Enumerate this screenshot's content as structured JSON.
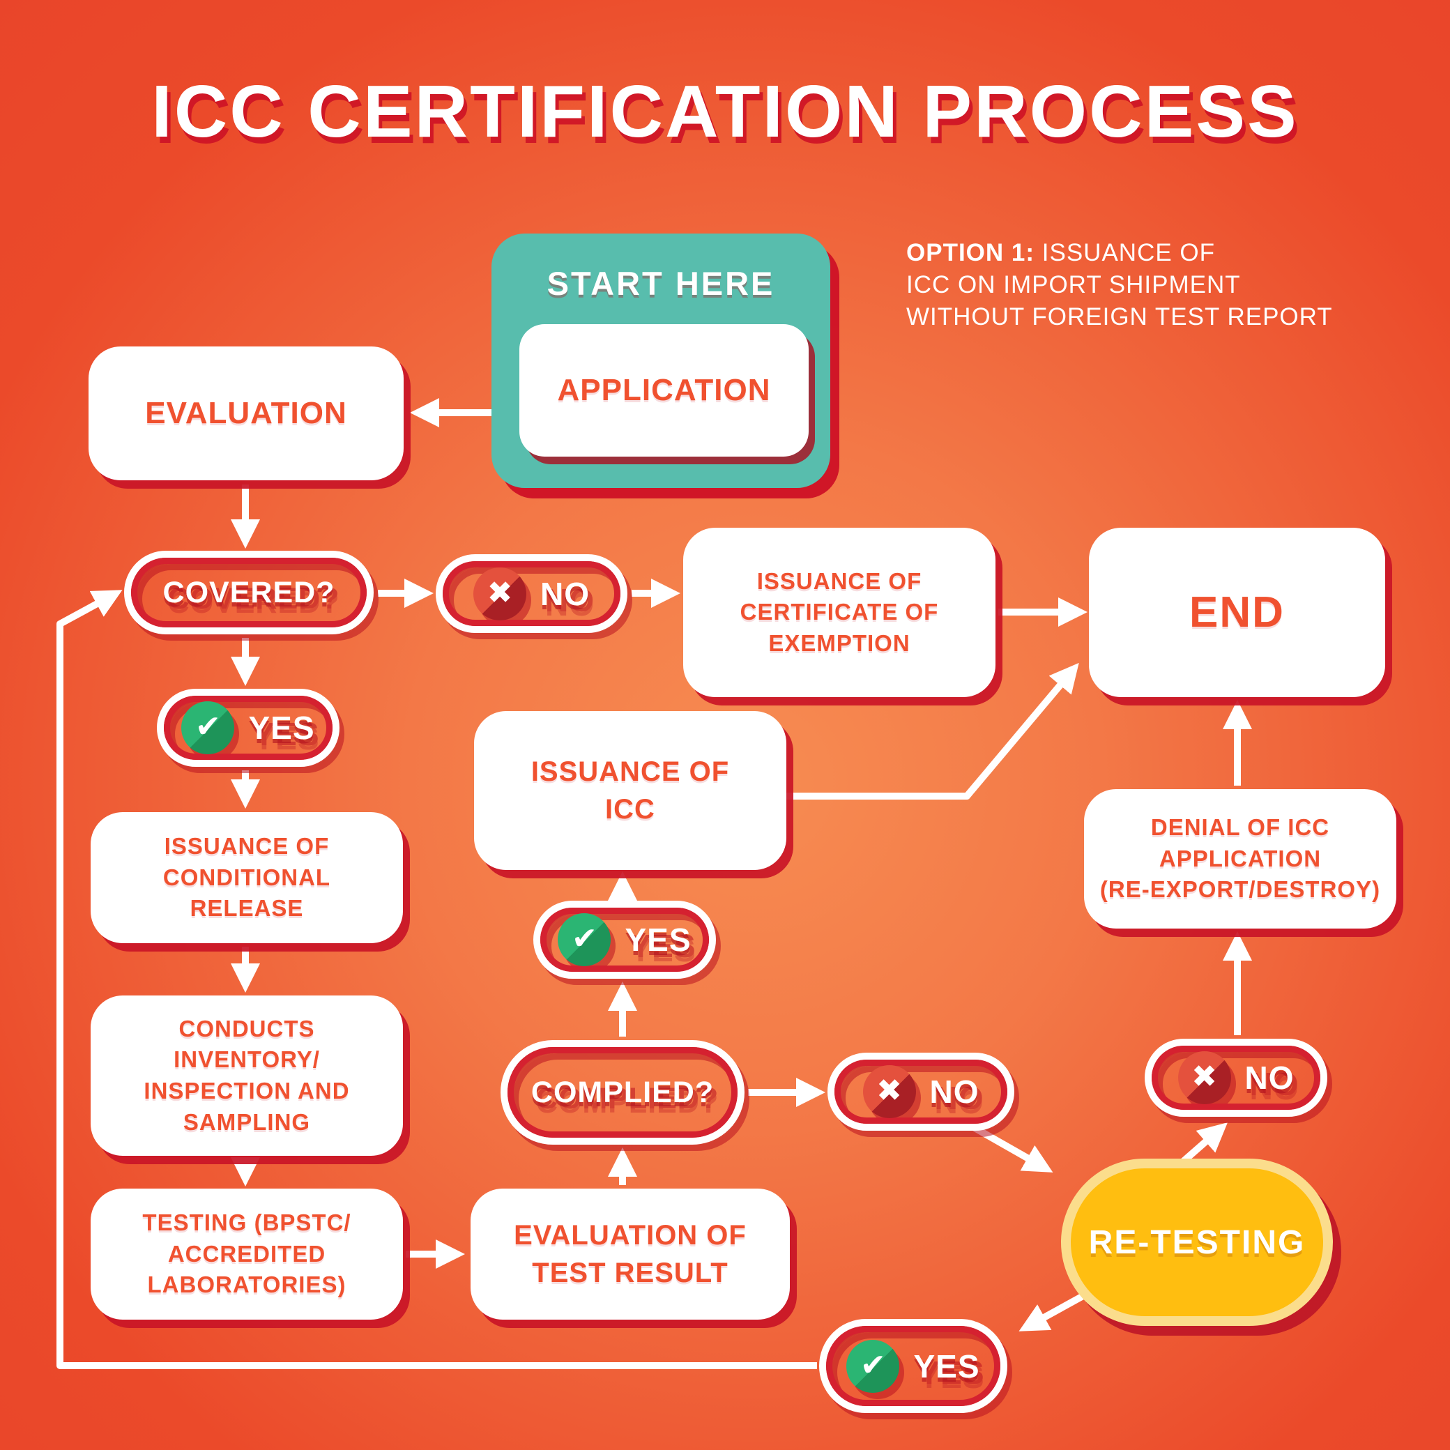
{
  "title": "ICC CERTIFICATION PROCESS",
  "option": {
    "prefix": "OPTION 1:",
    "line1": " ISSUANCE OF",
    "line2": "ICC ON IMPORT SHIPMENT",
    "line3": "WITHOUT FOREIGN TEST REPORT"
  },
  "nodes": {
    "start_here": "START HERE",
    "application": "APPLICATION",
    "evaluation": "EVALUATION",
    "covered": "COVERED?",
    "no_exempt": "NO",
    "cert_exemption": "ISSUANCE OF\nCERTIFICATE OF\nEXEMPTION",
    "end": "END",
    "yes_covered": "YES",
    "conditional_release": "ISSUANCE OF\nCONDITIONAL RELEASE",
    "conducts_inventory": "CONDUCTS INVENTORY/\nINSPECTION AND\nSAMPLING",
    "testing": "TESTING (BPSTC/\nACCREDITED\nLABORATORIES)",
    "evaluation_test_result": "EVALUATION OF\nTEST RESULT",
    "complied": "COMPLIED?",
    "yes_complied": "YES",
    "issuance_icc": "ISSUANCE OF\nICC",
    "no_complied": "NO",
    "retesting": "RE-TESTING",
    "no_retest": "NO",
    "denial": "DENIAL OF ICC\nAPPLICATION\n(RE-EXPORT/DESTROY)",
    "yes_retest": "YES"
  },
  "icons": {
    "check_glyph": "✔",
    "cross_glyph": "✖"
  },
  "colors": {
    "background_center": "#F78C52",
    "background_edge": "#EB4A2A",
    "node_fill": "#FFFFFF",
    "node_text": "#F0512F",
    "shadow_red": "#C9182E",
    "ring_red": "#D52130",
    "line_white": "#FFFFFF",
    "teal": "#58BDAD",
    "yellow": "#FFBE10",
    "yellow_border": "#FBDD8C",
    "green_icon": "#2BB573",
    "green_icon_dark": "#1E9459",
    "red_icon": "#E4513D",
    "red_icon_dark": "#A92025"
  }
}
